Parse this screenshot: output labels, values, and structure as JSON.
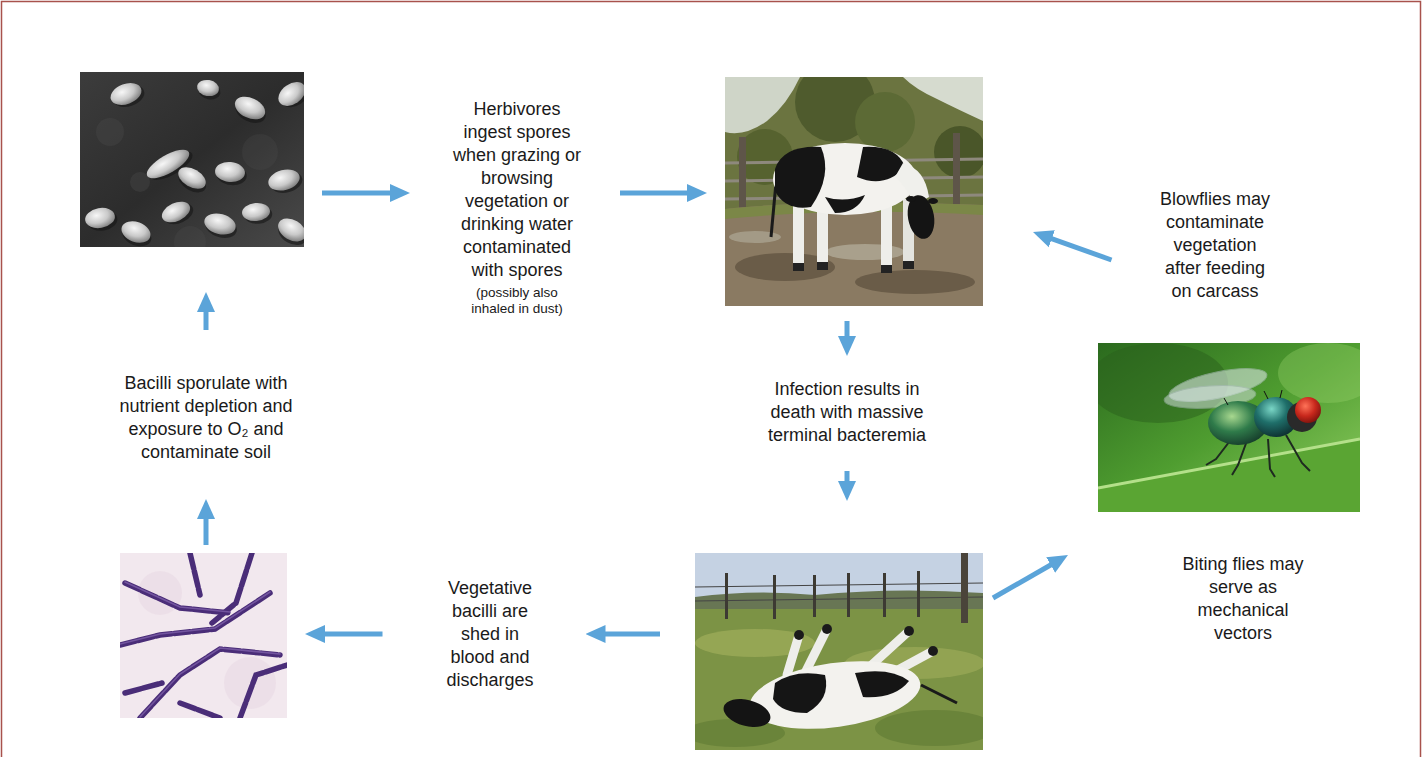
{
  "diagram": {
    "nodes": [
      {
        "text": []
      },
      {
        "text": [
          "Herbivores ingest spores when grazing or browsing vegetation or drinking water contaminated with spores",
          "(possibly also inhaled in dust)"
        ]
      },
      {
        "text": []
      },
      {
        "text": [
          "Blowflies may contaminate vegetation after feeding on carcass"
        ]
      },
      {
        "text": [
          "Infection results in death with massive terminal bacteremia"
        ]
      },
      {
        "text": []
      },
      {
        "text": []
      },
      {
        "text": [
          "Biting flies may serve as mechanical vectors"
        ]
      },
      {
        "text": [
          "Vegetative bacilli are shed in blood and discharges"
        ]
      },
      {
        "text": []
      },
      {
        "text": [
          "Bacilli sporulate with nutrient depletion and exposure to O₂ and contaminate soil"
        ]
      }
    ],
    "edges": [
      {
        "from": 0,
        "to": 1,
        "arrow": "to"
      },
      {
        "from": 1,
        "to": 2,
        "arrow": "to"
      },
      {
        "from": 2,
        "to": 4,
        "arrow": "to"
      },
      {
        "from": 4,
        "to": 6,
        "arrow": "to"
      },
      {
        "from": 6,
        "to": 8,
        "arrow": "to"
      },
      {
        "from": 8,
        "to": 9,
        "arrow": "to"
      },
      {
        "from": 9,
        "to": 10,
        "arrow": "to"
      },
      {
        "from": 10,
        "to": 0,
        "arrow": "to"
      },
      {
        "from": 6,
        "to": 5,
        "arrow": "to"
      },
      {
        "from": 3,
        "to": 2,
        "arrow": "to"
      }
    ]
  }
}
